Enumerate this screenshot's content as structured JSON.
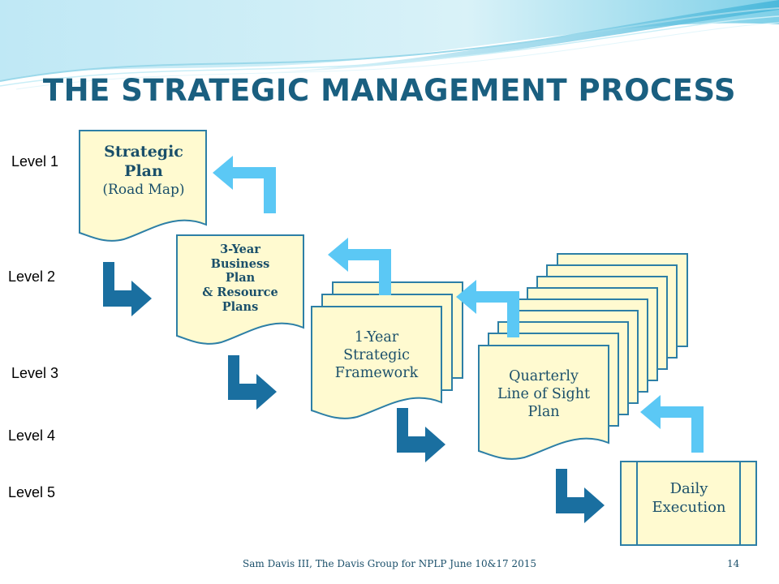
{
  "title": "THE STRATEGIC MANAGEMENT PROCESS",
  "levels": [
    "Level 1",
    "Level 2",
    "Level 3",
    "Level 4",
    "Level 5"
  ],
  "docs": {
    "strategic_plan": {
      "line1": "Strategic",
      "line2": "Plan",
      "line3": "(Road Map)"
    },
    "business_plan": {
      "line1": "3-Year",
      "line2": "Business",
      "line3": "Plan",
      "line4": "& Resource",
      "line5": "Plans"
    },
    "one_year": {
      "line1": "1-Year",
      "line2": "Strategic",
      "line3": "Framework"
    },
    "quarterly": {
      "line1": "Quarterly",
      "line2": "Line of Sight",
      "line3": "Plan"
    },
    "daily": {
      "line1": "Daily",
      "line2": "Execution"
    }
  },
  "footer": "Sam Davis III, The Davis Group for NPLP June 10&17 2015",
  "page_number": "14",
  "colors": {
    "title": "#1a5f80",
    "doc_fill": "#fffad0",
    "doc_stroke": "#2d7fa6",
    "arrow_down": "#1a6fa0",
    "arrow_up": "#5bc8f5"
  }
}
